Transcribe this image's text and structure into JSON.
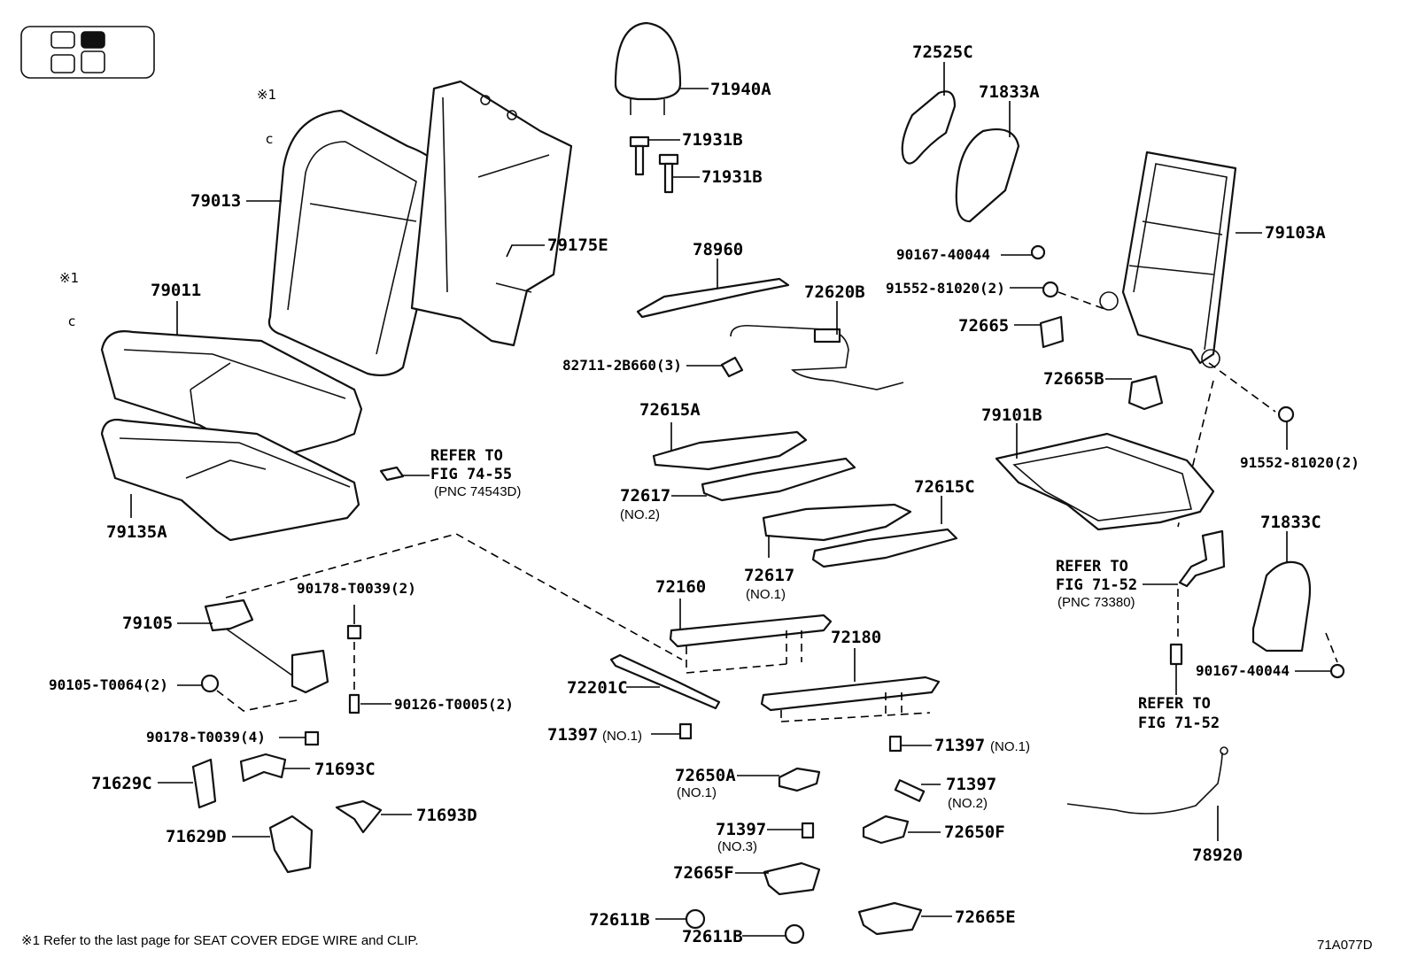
{
  "diagram": {
    "code": "71A077D",
    "footnote": "※1  Refer to the last page for SEAT COVER EDGE WIRE and CLIP.",
    "mark": "※1",
    "clip_glyph": "c",
    "parts": {
      "p79013": "79013",
      "p79011": "79011",
      "p79175E": "79175E",
      "p79135A": "79135A",
      "p79105": "79105",
      "p71940A": "71940A",
      "p71931B_a": "71931B",
      "p71931B_b": "71931B",
      "p78960": "78960",
      "p72620B": "72620B",
      "p82711": "82711-2B660(3)",
      "p72615A": "72615A",
      "p72617_2": "72617",
      "p72617_2_note": "(NO.2)",
      "p72615C": "72615C",
      "p72617_1": "72617",
      "p72617_1_note": "(NO.1)",
      "p72160": "72160",
      "p72180": "72180",
      "p72201C": "72201C",
      "p71397_a": "71397",
      "p71397_a_note": "(NO.1)",
      "p71397_b": "71397",
      "p71397_b_note": "(NO.1)",
      "p71397_c": "71397",
      "p71397_c_note": "(NO.2)",
      "p71397_d": "71397",
      "p71397_d_note": "(NO.3)",
      "p72650A": "72650A",
      "p72650A_note": "(NO.1)",
      "p72650F": "72650F",
      "p72665F": "72665F",
      "p72665E": "72665E",
      "p72611B_a": "72611B",
      "p72611B_b": "72611B",
      "p72525C": "72525C",
      "p71833A": "71833A",
      "p90167_a": "90167-40044",
      "p91552_a": "91552-81020(2)",
      "p72665": "72665",
      "p79103A": "79103A",
      "p72665B": "72665B",
      "p79101B": "79101B",
      "p91552_b": "91552-81020(2)",
      "p71833C": "71833C",
      "p90167_b": "90167-40044",
      "p78920": "78920",
      "p90178_a": "90178-T0039(2)",
      "p90105": "90105-T0064(2)",
      "p90126": "90126-T0005(2)",
      "p90178_b": "90178-T0039(4)",
      "p71629C": "71629C",
      "p71693C": "71693C",
      "p71629D": "71629D",
      "p71693D": "71693D"
    },
    "refers": {
      "r1_line1": "REFER TO",
      "r1_line2": "FIG 74-55",
      "r1_line3": "(PNC 74543D)",
      "r2_line1": "REFER TO",
      "r2_line2": "FIG 71-52",
      "r2_line3": "(PNC 73380)",
      "r3_line1": "REFER TO",
      "r3_line2": "FIG 71-52"
    }
  }
}
